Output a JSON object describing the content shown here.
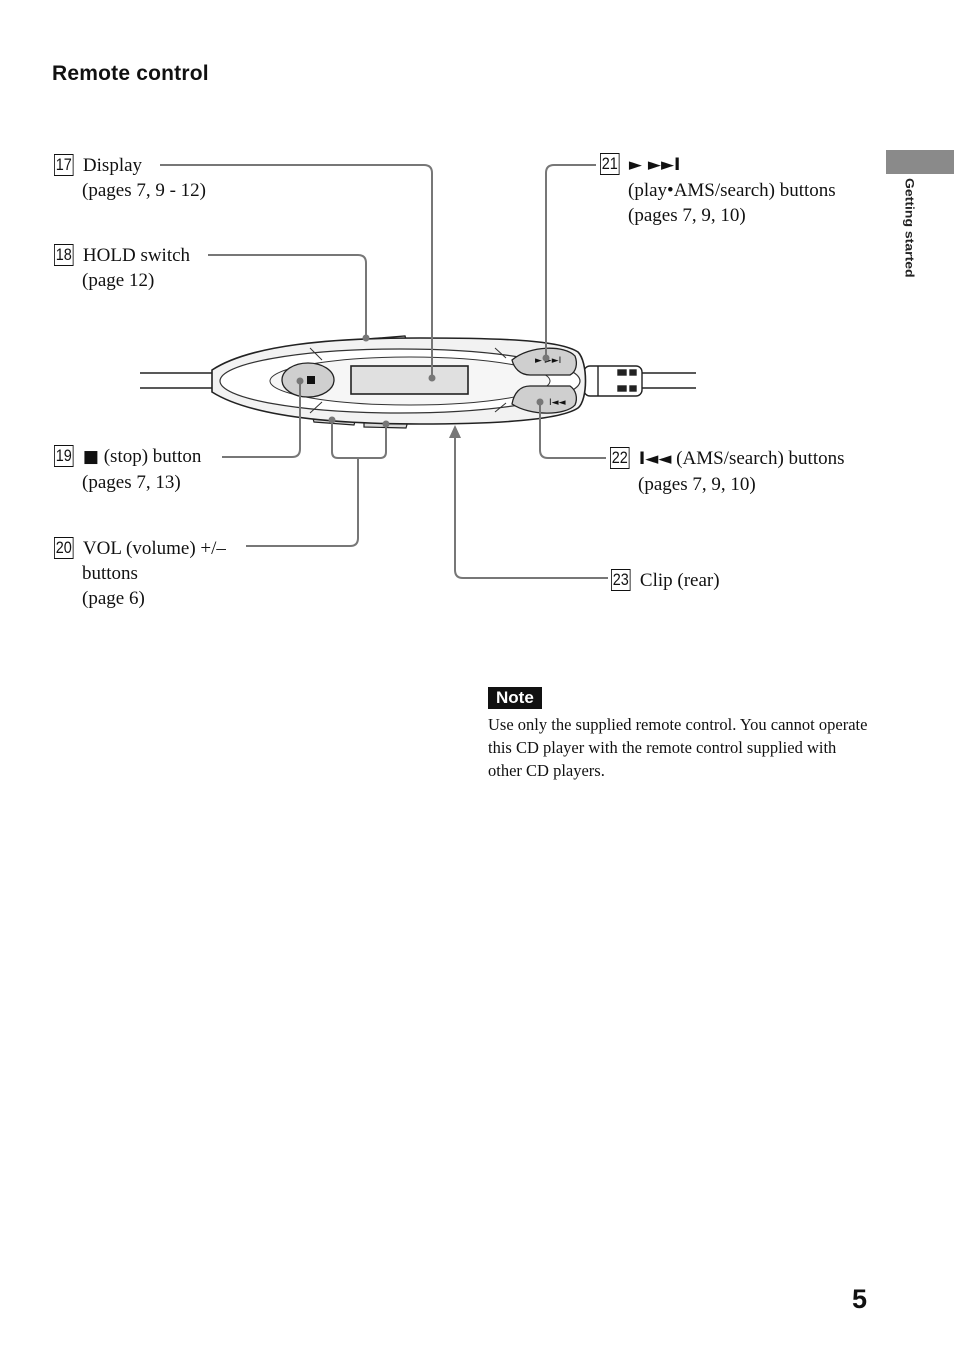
{
  "heading": "Remote control",
  "side_tab": {
    "label": "Getting started",
    "color": "#8a8a8a"
  },
  "callouts": {
    "c17": {
      "num": "17",
      "label": "Display",
      "sub": "(pages 7, 9 - 12)"
    },
    "c18": {
      "num": "18",
      "label": "HOLD switch",
      "sub": "(page 12)"
    },
    "c19": {
      "num": "19",
      "icon": "■",
      "label": "(stop) button",
      "sub": "(pages 7, 13)"
    },
    "c20": {
      "num": "20",
      "label": "VOL (volume) +/–",
      "sub": "buttons",
      "sub2": "(page 6)"
    },
    "c21": {
      "num": "21",
      "icon": "► ►►I",
      "sub": "(play•AMS/search) buttons",
      "sub2": "(pages 7, 9, 10)"
    },
    "c22": {
      "num": "22",
      "icon": "I◄◄",
      "label": "(AMS/search) buttons",
      "sub": "(pages 7, 9, 10)"
    },
    "c23": {
      "num": "23",
      "label": "Clip (rear)"
    }
  },
  "remote_labels": {
    "stop_glyph": "■",
    "play_glyph": "► ►►I",
    "prev_glyph": "I◄◄"
  },
  "note": {
    "badge": "Note",
    "text": "Use only the supplied remote control.  You cannot operate this CD player with the remote control supplied with other CD players."
  },
  "page_number": "5"
}
